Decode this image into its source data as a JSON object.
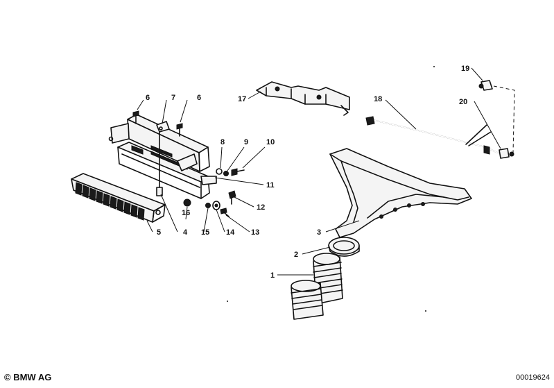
{
  "diagram": {
    "callouts": [
      {
        "id": "c1",
        "text": "1"
      },
      {
        "id": "c2",
        "text": "2"
      },
      {
        "id": "c3",
        "text": "3"
      },
      {
        "id": "c4",
        "text": "4"
      },
      {
        "id": "c5",
        "text": "5"
      },
      {
        "id": "c6a",
        "text": "6"
      },
      {
        "id": "c6b",
        "text": "6"
      },
      {
        "id": "c7",
        "text": "7"
      },
      {
        "id": "c8",
        "text": "8"
      },
      {
        "id": "c9",
        "text": "9"
      },
      {
        "id": "c10",
        "text": "10"
      },
      {
        "id": "c11",
        "text": "11"
      },
      {
        "id": "c12",
        "text": "12"
      },
      {
        "id": "c13",
        "text": "13"
      },
      {
        "id": "c14",
        "text": "14"
      },
      {
        "id": "c15",
        "text": "15"
      },
      {
        "id": "c16",
        "text": "16"
      },
      {
        "id": "c17",
        "text": "17"
      },
      {
        "id": "c18",
        "text": "18"
      },
      {
        "id": "c19",
        "text": "19"
      },
      {
        "id": "c20",
        "text": "20"
      }
    ]
  },
  "footer": {
    "copyright": "BMW AG",
    "copyright_symbol": "©",
    "diagram_number": "00019624"
  }
}
